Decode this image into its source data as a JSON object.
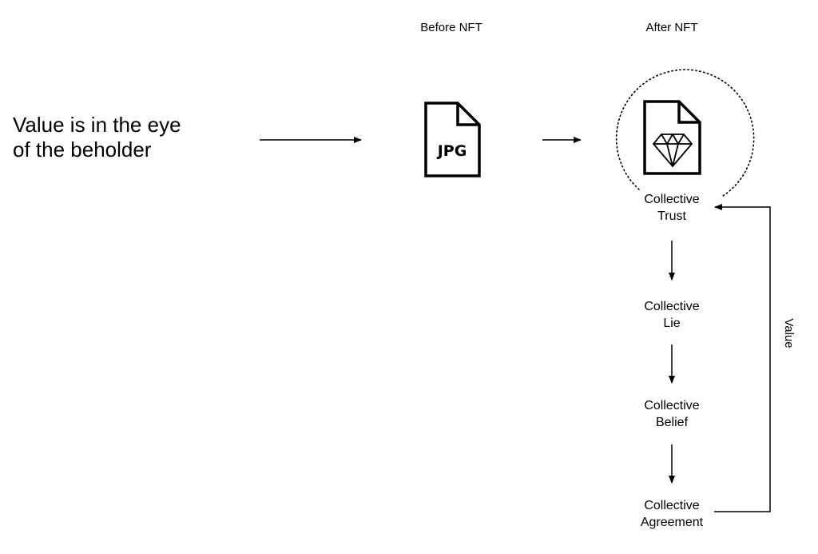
{
  "headings": {
    "before": "Before NFT",
    "after": "After NFT"
  },
  "statement": "Value is in the eye\nof the beholder",
  "jpg_icon_text": "JPG",
  "nodes": [
    "Collective\nTrust",
    "Collective\nLie",
    "Collective\nBelief",
    "Collective\nAgreement"
  ],
  "feedback_label": "Value",
  "icons": {
    "before_file": "jpg-file-icon",
    "after_file": "diamond-file-icon",
    "ring": "dotted-circle"
  },
  "colors": {
    "ink": "#000000",
    "background": "#ffffff"
  }
}
